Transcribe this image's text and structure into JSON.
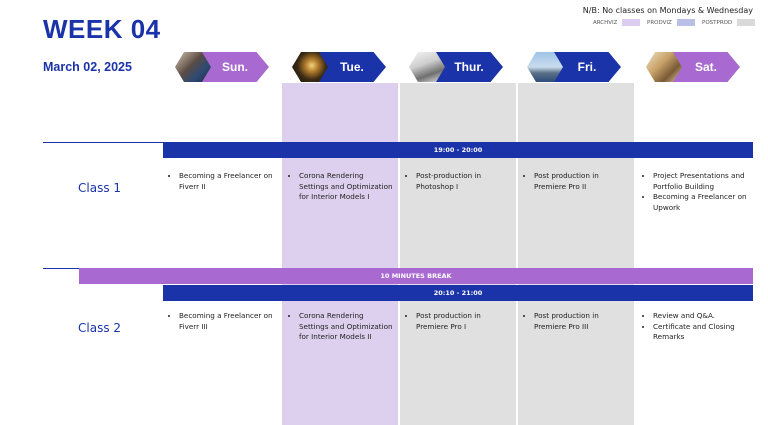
{
  "header": {
    "title": "WEEK 04",
    "date": "March 02, 2025",
    "note": "N/B: No classes on Mondays & Wednesday",
    "legend": [
      {
        "label": "ARCHVIZ",
        "color": "#dccdf0"
      },
      {
        "label": "PRODVIZ",
        "color": "#b9bfe6"
      },
      {
        "label": "POSTPROD",
        "color": "#d9d9d9"
      }
    ]
  },
  "days": [
    {
      "label": "Sun.",
      "color": "#a86ad0",
      "column_color": null,
      "photo": "workspace-photo"
    },
    {
      "label": "Tue.",
      "color": "#1b33a8",
      "column_color": "#ddd0ee",
      "photo": "interior-lamp-photo"
    },
    {
      "label": "Thur.",
      "color": "#1b33a8",
      "column_color": "#e0e0e0",
      "photo": "photo-editing-photo"
    },
    {
      "label": "Fri.",
      "color": "#1b33a8",
      "column_color": "#e0e0e0",
      "photo": "city-skyline-photo"
    },
    {
      "label": "Sat.",
      "color": "#a86ad0",
      "column_color": null,
      "photo": "presentation-photo"
    }
  ],
  "sessions": {
    "class1": {
      "label": "Class 1",
      "time": "19:00 - 20:00",
      "cells": [
        [
          "Becoming a Freelancer on Fiverr II"
        ],
        [
          "Corona Rendering Settings and Optimization for Interior Models I"
        ],
        [
          "Post-production in Photoshop I"
        ],
        [
          "Post production in Premiere Pro II"
        ],
        [
          "Project Presentations and Portfolio Building",
          "Becoming a Freelancer on Upwork"
        ]
      ]
    },
    "break": {
      "label": "10 MINUTES BREAK"
    },
    "class2": {
      "label": "Class 2",
      "time": "20:10 - 21:00",
      "cells": [
        [
          "Becoming a Freelancer on Fiverr III"
        ],
        [
          "Corona Rendering Settings and Optimization for Interior Models II"
        ],
        [
          "Post production in Premiere Pro I"
        ],
        [
          "Post production in Premiere Pro III"
        ],
        [
          "Review and Q&A.",
          "Certificate and Closing Remarks"
        ]
      ]
    }
  },
  "colors": {
    "primary": "#1b33a8",
    "accent": "#a86ad0"
  }
}
